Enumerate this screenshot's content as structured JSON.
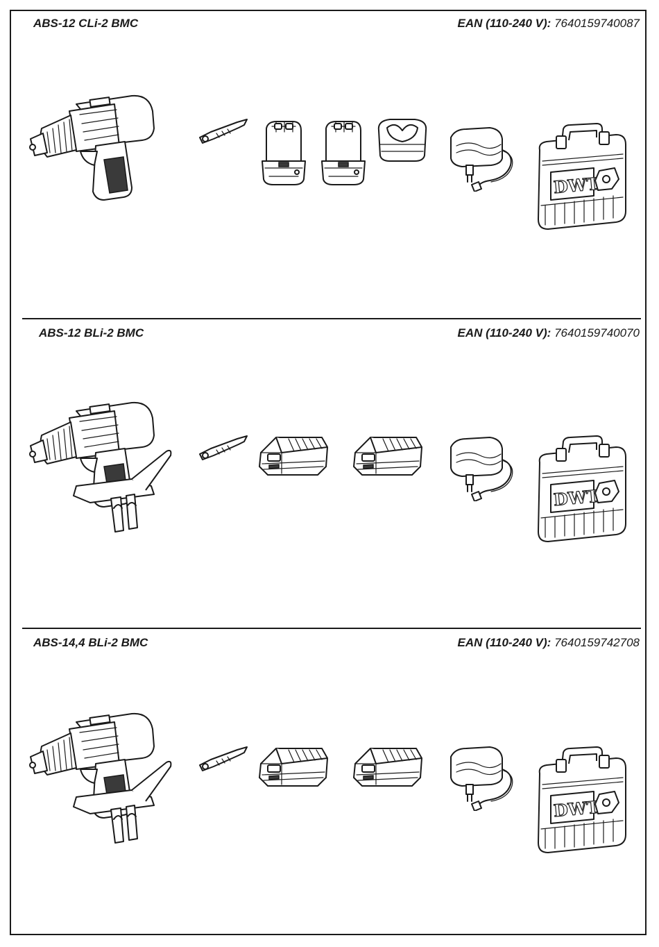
{
  "kits": [
    {
      "model": "ABS-12 CLi-2 BMC",
      "ean_label": "EAN (110-240 V):",
      "ean_number": "7640159740087",
      "items": [
        "drill-icon",
        "screwdriver-bit-icon",
        "slide-battery-icon",
        "slide-battery-icon",
        "charger-base-icon",
        "power-adapter-icon",
        "carry-case-icon"
      ]
    },
    {
      "model": "ABS-12 BLi-2 BMC",
      "ean_label": "EAN (110-240 V):",
      "ean_number": "7640159740070",
      "items": [
        "drill-with-clip-icon",
        "screwdriver-bit-icon",
        "block-battery-icon",
        "block-battery-icon",
        "charger-icon",
        "carry-case-icon"
      ]
    },
    {
      "model": "ABS-14,4 BLi-2 BMC",
      "ean_label": "EAN (110-240 V):",
      "ean_number": "7640159742708",
      "items": [
        "drill-with-clip-icon",
        "screwdriver-bit-icon",
        "block-battery-icon",
        "block-battery-icon",
        "charger-icon",
        "carry-case-icon"
      ]
    }
  ],
  "case_logo": "DWT"
}
